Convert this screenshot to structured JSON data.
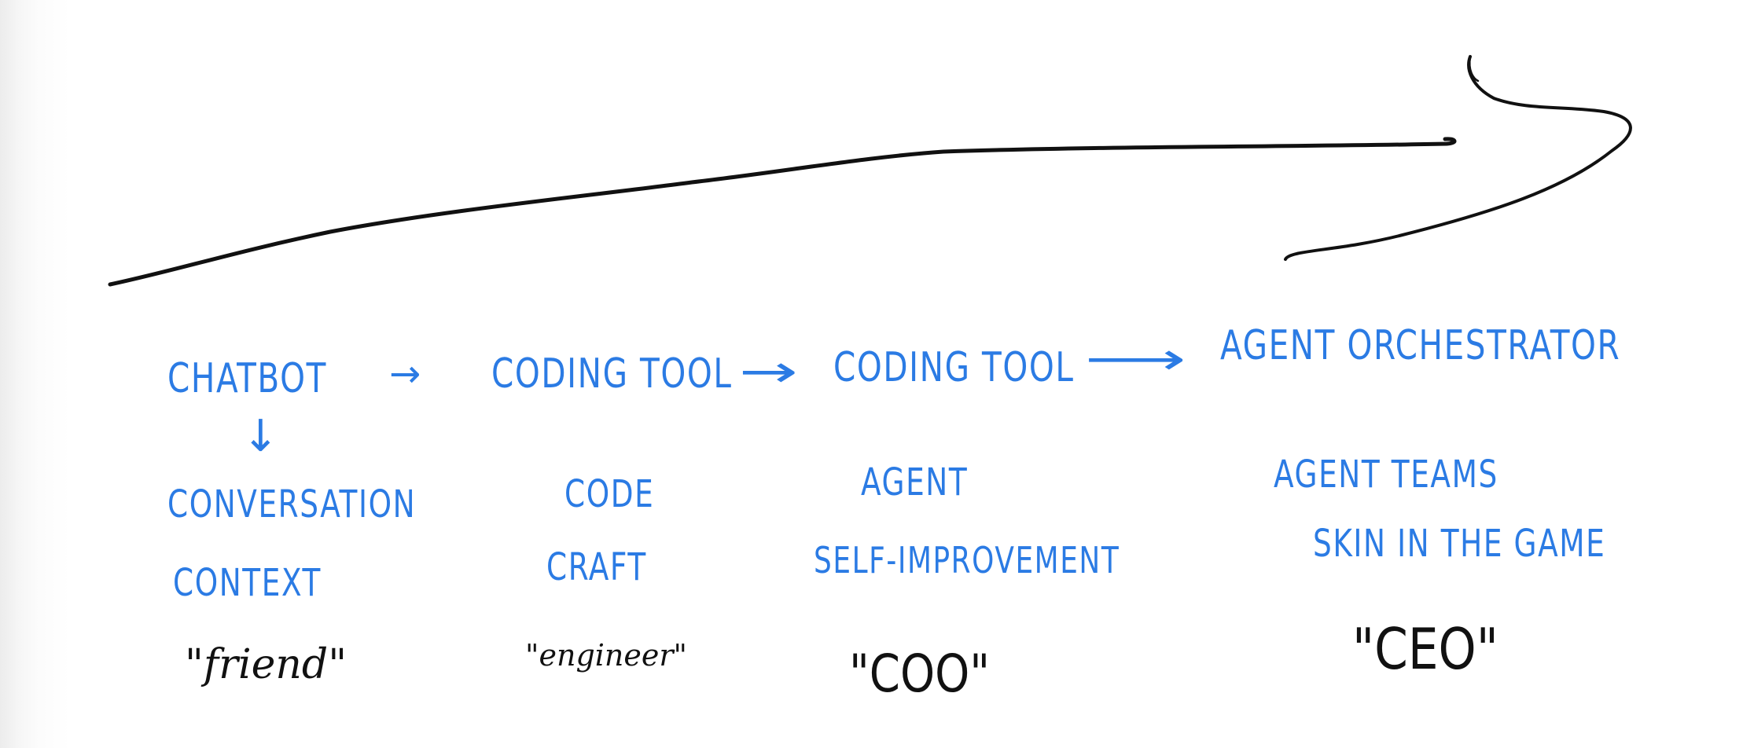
{
  "diagram": {
    "colors": {
      "ink_blue": "#2b7be4",
      "ink_black": "#111111",
      "background": "#ffffff"
    },
    "progress_arrow": {
      "direction": "left-to-right",
      "color": "#111111"
    },
    "stages": [
      {
        "label": "CHATBOT",
        "trait_lines": [
          "CONVERSATION",
          "CONTEXT"
        ],
        "role": "\"friend\""
      },
      {
        "label": "CODING TOOL",
        "trait_lines": [
          "CODE",
          "CRAFT"
        ],
        "role": "\"engineer\""
      },
      {
        "label": "CODING TOOL",
        "trait_lines": [
          "AGENT",
          "SELF-IMPROVEMENT"
        ],
        "role": "\"COO\""
      },
      {
        "label": "AGENT ORCHESTRATOR",
        "trait_lines": [
          "AGENT TEAMS",
          "SKIN IN THE GAME"
        ],
        "role": "\"CEO\""
      }
    ],
    "connectors": [
      {
        "from": "CHATBOT",
        "to": "CODING TOOL",
        "glyph": "→"
      },
      {
        "from": "CODING TOOL",
        "to": "CODING TOOL",
        "glyph": "→"
      },
      {
        "from": "CODING TOOL",
        "to": "AGENT ORCHESTRATOR",
        "glyph": "⟶"
      },
      {
        "from": "CHATBOT",
        "to": "CONVERSATION",
        "glyph": "↓"
      }
    ]
  }
}
